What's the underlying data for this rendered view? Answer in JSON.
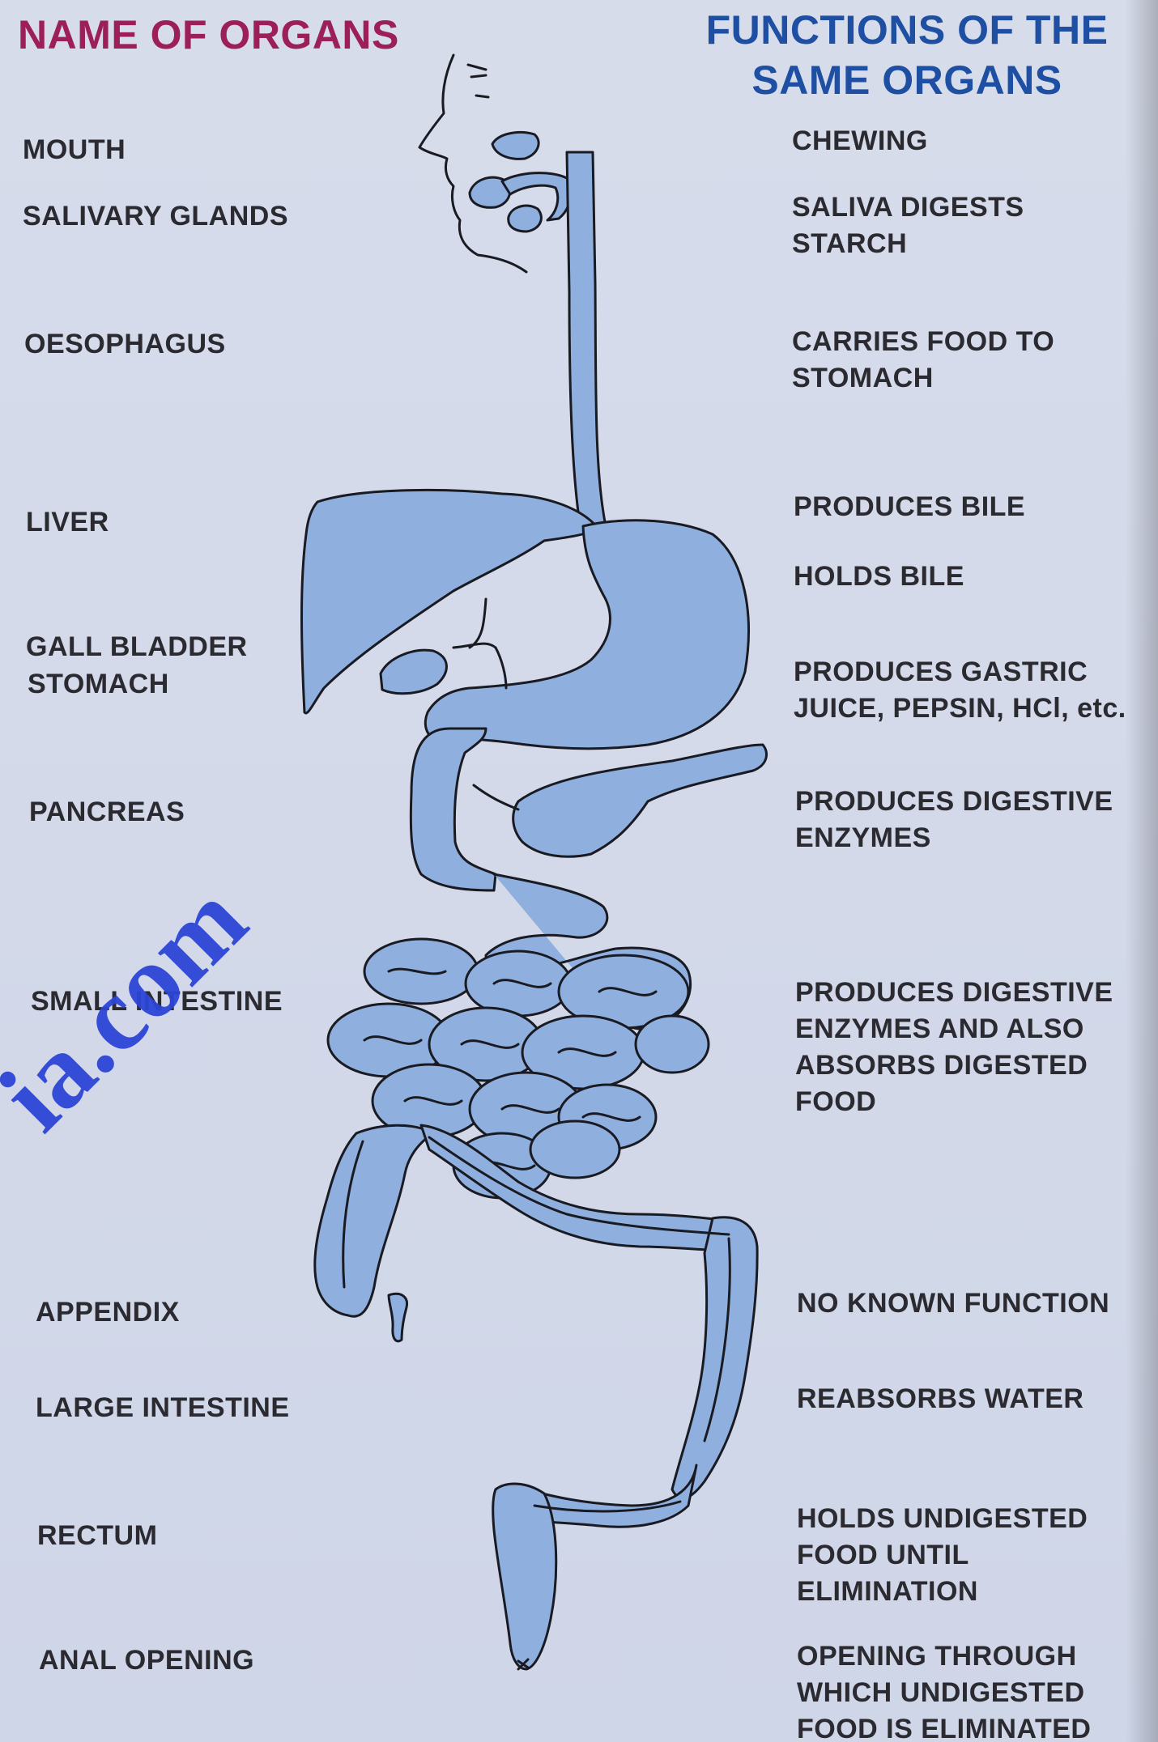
{
  "headings": {
    "left": "NAME OF ORGANS",
    "right_line1": "FUNCTIONS OF THE",
    "right_line2": "SAME ORGANS"
  },
  "organs": [
    {
      "name": "MOUTH",
      "function": "CHEWING"
    },
    {
      "name": "SALIVARY GLANDS",
      "function": "SALIVA DIGESTS\nSTARCH"
    },
    {
      "name": "OESOPHAGUS",
      "function": "CARRIES FOOD TO\nSTOMACH"
    },
    {
      "name": "LIVER",
      "function": "PRODUCES BILE"
    },
    {
      "name": "GALL BLADDER",
      "function": "HOLDS BILE"
    },
    {
      "name": "STOMACH",
      "function": "PRODUCES GASTRIC\nJUICE, PEPSIN, HCl, etc."
    },
    {
      "name": "PANCREAS",
      "function": "PRODUCES DIGESTIVE\nENZYMES"
    },
    {
      "name": "SMALL INTESTINE",
      "function": "PRODUCES DIGESTIVE\nENZYMES AND ALSO\nABSORBS DIGESTED\nFOOD"
    },
    {
      "name": "APPENDIX",
      "function": "NO KNOWN FUNCTION"
    },
    {
      "name": "LARGE INTESTINE",
      "function": "REABSORBS WATER"
    },
    {
      "name": "RECTUM",
      "function": "HOLDS UNDIGESTED\nFOOD UNTIL\nELIMINATION"
    },
    {
      "name": "ANAL OPENING",
      "function": "OPENING THROUGH\nWHICH UNDIGESTED\nFOOD IS ELIMINATED"
    }
  ],
  "watermark": "ia.com",
  "colors": {
    "organ_fill": "#8fb0de",
    "outline": "#1a1a22",
    "left_heading": "#9c1f5a",
    "right_heading": "#1f4fa3",
    "watermark": "#2d45d6",
    "background": "#d3dae9"
  }
}
